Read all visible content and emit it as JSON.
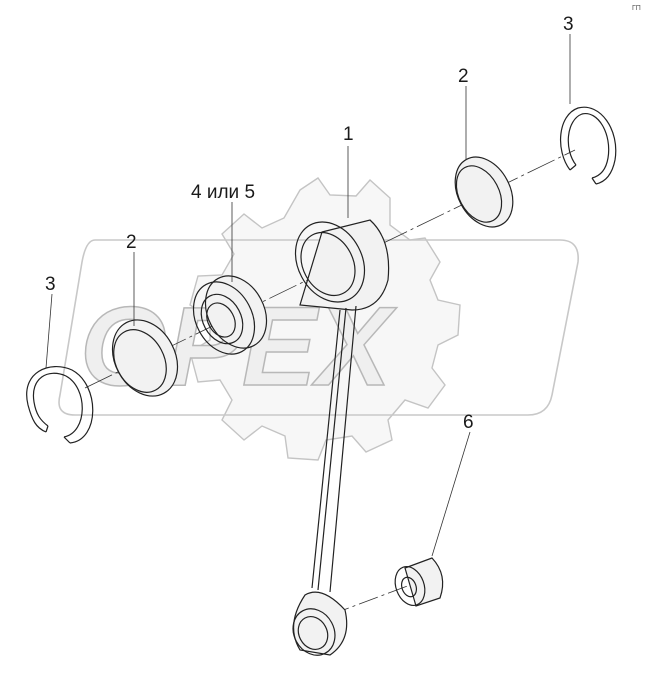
{
  "watermark": {
    "text": "OPEX"
  },
  "corner_mark": "ГП",
  "callouts": [
    {
      "id": "connecting-rod",
      "text": "1"
    },
    {
      "id": "washer-right",
      "text": "2"
    },
    {
      "id": "washer-left",
      "text": "2"
    },
    {
      "id": "snap-ring-right",
      "text": "3"
    },
    {
      "id": "snap-ring-left",
      "text": "3"
    },
    {
      "id": "bearing",
      "text": "4 или 5"
    },
    {
      "id": "bushing",
      "text": "6"
    }
  ]
}
